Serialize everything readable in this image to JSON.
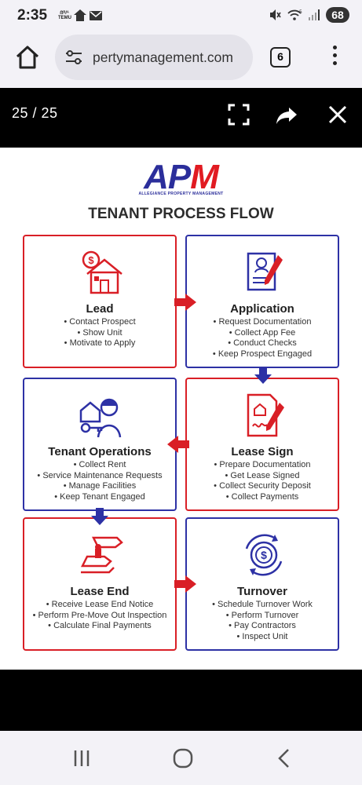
{
  "status_bar": {
    "time": "2:35",
    "temu_label": [
      "ẞᴮ/ᴬ",
      "TEMU"
    ],
    "signal_label": "5",
    "battery": "68"
  },
  "browser": {
    "url": "pertymanagement.com",
    "tab_count": "6"
  },
  "viewer": {
    "page_counter": "25 / 25"
  },
  "infographic": {
    "logo": {
      "text_part1": "AP",
      "text_part2": "M",
      "subtitle": "ALLEGIANCE PROPERTY MANAGEMENT"
    },
    "title": "TENANT PROCESS FLOW",
    "steps": [
      {
        "title": "Lead",
        "icon": "house-dollar-icon",
        "color": "#d91f26",
        "bullets": [
          "• Contact Prospect",
          "• Show Unit",
          "• Motivate to Apply"
        ]
      },
      {
        "title": "Application",
        "icon": "application-form-icon",
        "color": "#2d31a5",
        "bullets": [
          "• Request Documentation",
          "• Collect App Fee",
          "• Conduct Checks",
          "• Keep Prospect Engaged"
        ]
      },
      {
        "title": "Tenant Operations",
        "icon": "tenant-key-icon",
        "color": "#2d31a5",
        "bullets": [
          "• Collect Rent",
          "• Service Maintenance Requests",
          "• Manage Facilities",
          "• Keep Tenant Engaged"
        ]
      },
      {
        "title": "Lease Sign",
        "icon": "lease-contract-icon",
        "color": "#d91f26",
        "bullets": [
          "• Prepare Documentation",
          "• Get Lease Signed",
          "• Collect Security Deposit",
          "• Collect Payments"
        ]
      },
      {
        "title": "Lease End",
        "icon": "key-handover-icon",
        "color": "#d91f26",
        "bullets": [
          "• Receive Lease End Notice",
          "• Perform Pre-Move Out Inspection",
          "• Calculate Final Payments"
        ]
      },
      {
        "title": "Turnover",
        "icon": "dollar-cycle-icon",
        "color": "#2d31a5",
        "bullets": [
          "• Schedule Turnover Work",
          "• Perform Turnover",
          "• Pay Contractors",
          "• Inspect Unit"
        ]
      }
    ]
  },
  "colors": {
    "red": "#d91f26",
    "blue": "#2d31a5"
  }
}
